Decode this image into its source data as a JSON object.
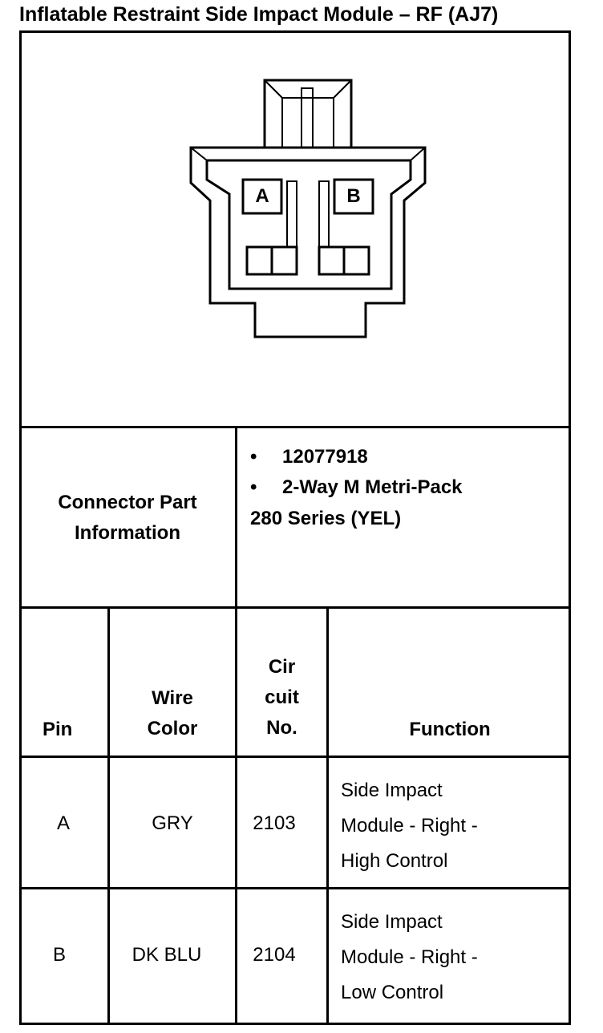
{
  "title": "Inflatable Restraint Side Impact Module – RF (AJ7)",
  "connector": {
    "pin_labels": [
      "A",
      "B"
    ]
  },
  "part_info": {
    "label_line1": "Connector Part",
    "label_line2": "Information",
    "bullet": "•",
    "items": [
      "12077918",
      "2-Way M Metri-Pack"
    ],
    "continuation": "280 Series (YEL)"
  },
  "table": {
    "headers": {
      "pin": "Pin",
      "wire_line1": "Wire",
      "wire_line2": "Color",
      "circuit_line1": "Cir",
      "circuit_line2": "cuit",
      "circuit_line3": "No.",
      "function": "Function"
    },
    "rows": [
      {
        "pin": "A",
        "wire": "GRY",
        "circuit": "2103",
        "function_lines": [
          "Side Impact",
          "Module - Right -",
          "High Control"
        ]
      },
      {
        "pin": "B",
        "wire": "DK BLU",
        "circuit": "2104",
        "function_lines": [
          "Side Impact",
          "Module - Right -",
          "Low Control"
        ]
      }
    ]
  }
}
